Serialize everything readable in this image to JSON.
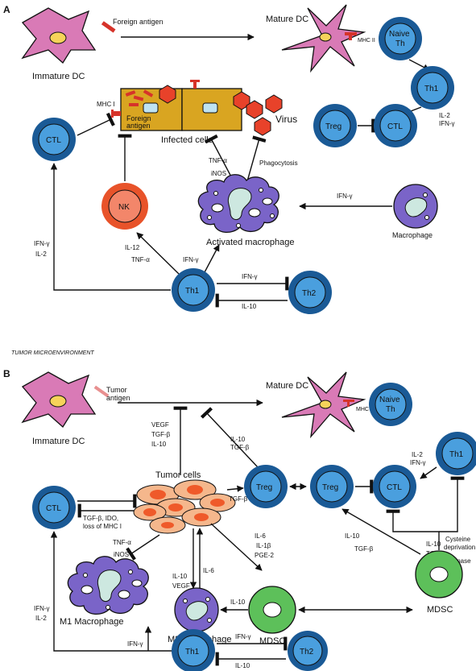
{
  "panelA": {
    "letter": "A",
    "immature_dc": "Immature DC",
    "foreign_antigen": "Foreign antigen",
    "mature_dc": "Mature DC",
    "mhc2": "MHC II",
    "naive_th_1": "Naive",
    "naive_th_2": "Th",
    "th1_top": "Th1",
    "il2_ifng_1": "IL-2",
    "il2_ifng_2": "IFN-γ",
    "treg": "Treg",
    "ctl_right": "CTL",
    "ctl_left": "CTL",
    "mhc1": "MHC I",
    "foreign_antigen_cell_1": "Foreign",
    "foreign_antigen_cell_2": "antigen",
    "infected_cells": "Infected cells",
    "virus": "Virus",
    "tnf": "TNF-α",
    "inos": "iNOS",
    "phagocytosis": "Phagocytosis",
    "nk": "NK",
    "ifng_mac": "IFN-γ",
    "macrophage": "Macrophage",
    "activated_macrophage": "Activated macrophage",
    "il12": "IL-12",
    "tnf_nk": "TNF-α",
    "ifng_act": "IFN-γ",
    "ifng_ctl": "IFN-γ",
    "il2_ctl": "IL-2",
    "th1_bottom": "Th1",
    "th2": "Th2",
    "ifng_th2": "IFN-γ",
    "il10_th2": "IL-10"
  },
  "tme_label": "TUMOR MICROENVIRONMENT",
  "panelB": {
    "letter": "B",
    "immature_dc": "Immature DC",
    "tumor_antigen_1": "Tumor",
    "tumor_antigen_2": "antigen",
    "mature_dc": "Mature DC",
    "mhc2": "MHC II",
    "naive_th_1": "Naive",
    "naive_th_2": "Th",
    "vegf": "VEGF",
    "tgfb": "TGF-β",
    "il10": "IL-10",
    "il10_treg": "IL-10",
    "tgfb_treg": "TGF-β",
    "th1_right": "Th1",
    "il2": "IL-2",
    "ifng": "IFN-γ",
    "tumor_cells": "Tumor cells",
    "treg1": "Treg",
    "treg2": "Treg",
    "ctl_right": "CTL",
    "ctl_left": "CTL",
    "tgfb_arrow": "TGF-β",
    "tgfb_ido_1": "TGF-β, IDO,",
    "tgfb_ido_2": "loss of MHC I",
    "tnf": "TNF-α",
    "inos": "iNOS",
    "il10_vegf_1": "IL-10",
    "il10_vegf_2": "VEGF",
    "il6": "IL-6",
    "il6_mdsc": "IL-6",
    "il1b": "IL-1β",
    "pge2": "PGE-2",
    "il10_mdsc_treg": "IL-10",
    "tgfb_mdsc_treg": "TGF-β",
    "il10_mdsc_ctl": "IL-10",
    "tgfb_mdsc_ctl": "TGF-β",
    "cysteine_1": "Cysteine",
    "cysteine_2": "deprivation",
    "arginase": "Arginase",
    "il10_m2": "IL-10",
    "m1": "M1 Macrophage",
    "m2": "M2 Macrophage",
    "mdsc1": "MDSC",
    "mdsc2": "MDSC",
    "ifng_ctl": "IFN-γ",
    "il2_ctl": "IL-2",
    "ifng_m1": "IFN-γ",
    "th1_bottom": "Th1",
    "th2": "Th2",
    "ifng_th2": "IFN-γ",
    "il10_th2": "IL-10"
  },
  "colors": {
    "dc": "#d97ab6",
    "cell_outer": "#1a5a96",
    "cell_inner": "#4a9fde",
    "infected": "#d9a521",
    "virus": "#e8422a",
    "nk_outer": "#e8532a",
    "nk_inner": "#f3866a",
    "macrophage": "#7a64c8",
    "mdsc": "#5dc05a",
    "tumor": "#f5b78c",
    "tumor_nucleus": "#ef5a2a"
  }
}
